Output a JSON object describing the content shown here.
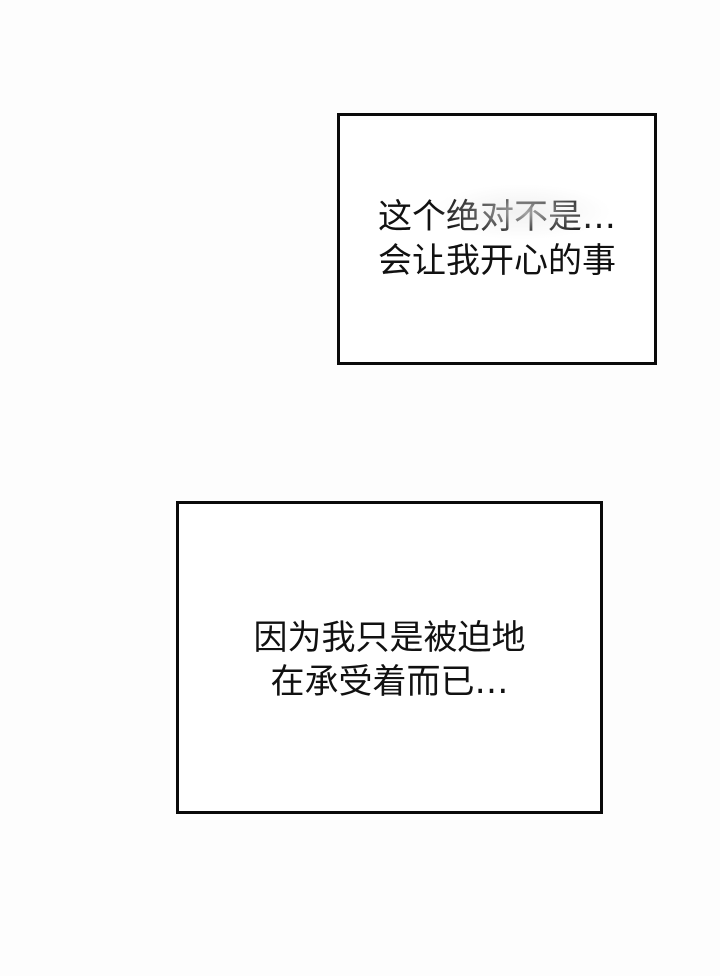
{
  "page": {
    "background": "#fdfdfd",
    "border_color": "#0a0a0a",
    "text_color": "#111111"
  },
  "panels": [
    {
      "lines": [
        "这个绝对不是…",
        "会让我开心的事"
      ]
    },
    {
      "lines": [
        "因为我只是被迫地",
        "在承受着而已…"
      ]
    }
  ]
}
